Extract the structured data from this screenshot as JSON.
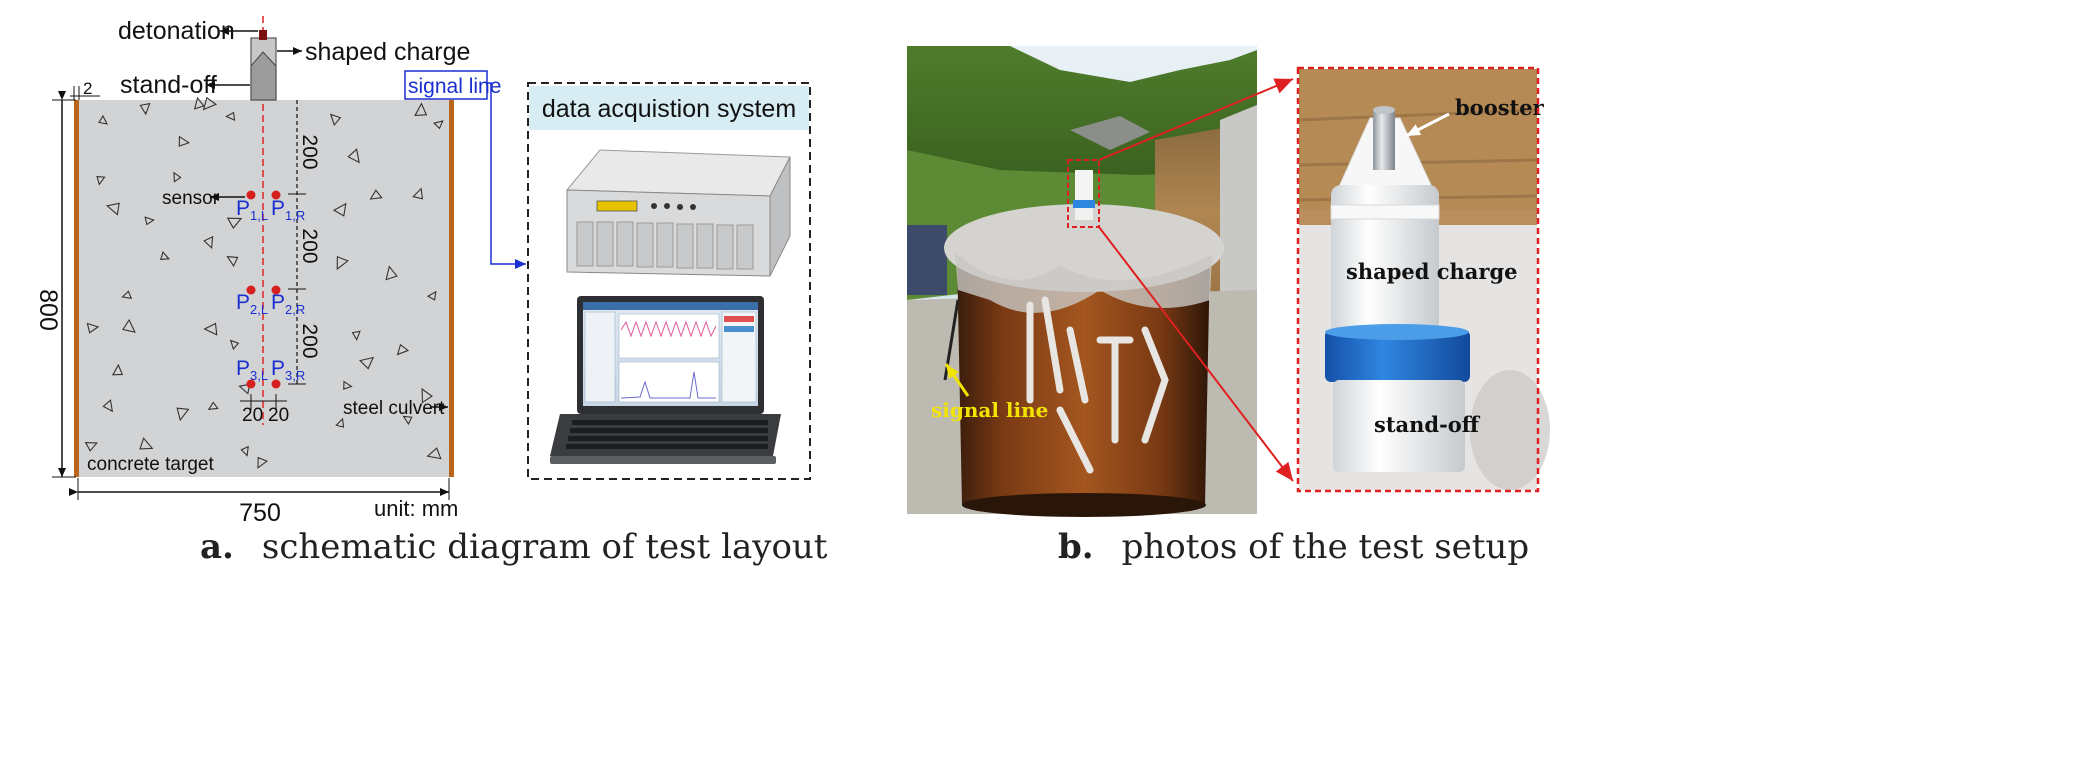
{
  "panel_a": {
    "labels": {
      "detonation": "detonation",
      "shaped_charge": "shaped charge",
      "standoff": "stand-off",
      "thickness": "2",
      "signal_line": "signal line",
      "sensor": "sensor",
      "steel_culvert": "steel culvert",
      "concrete_target": "concrete target",
      "unit": "unit: mm"
    },
    "dims": {
      "height": "800",
      "width": "750",
      "spacing": "200",
      "offset_left": "20",
      "offset_right": "20"
    },
    "sensors": [
      {
        "base": "P",
        "sub": "1,L"
      },
      {
        "base": "P",
        "sub": "1,R"
      },
      {
        "base": "P",
        "sub": "2,L"
      },
      {
        "base": "P",
        "sub": "2,R"
      },
      {
        "base": "P",
        "sub": "3,L"
      },
      {
        "base": "P",
        "sub": "3,R"
      }
    ],
    "daq_title": "data acquistion system"
  },
  "panel_b": {
    "signal_line": "signal line",
    "booster": "booster",
    "shaped_charge": "shaped charge",
    "standoff": "stand-off"
  },
  "captions": {
    "a_letter": "a.",
    "a_text": "schematic diagram of test layout",
    "b_letter": "b.",
    "b_text": "photos of the test setup"
  },
  "colors": {
    "sensor": "#d62020",
    "label_blue": "#1a2fd0",
    "steel": "#b8661c",
    "daq_header": "#d8ecf3",
    "callout_red": "#e02020",
    "photo_label_yellow": "#f2e400"
  }
}
